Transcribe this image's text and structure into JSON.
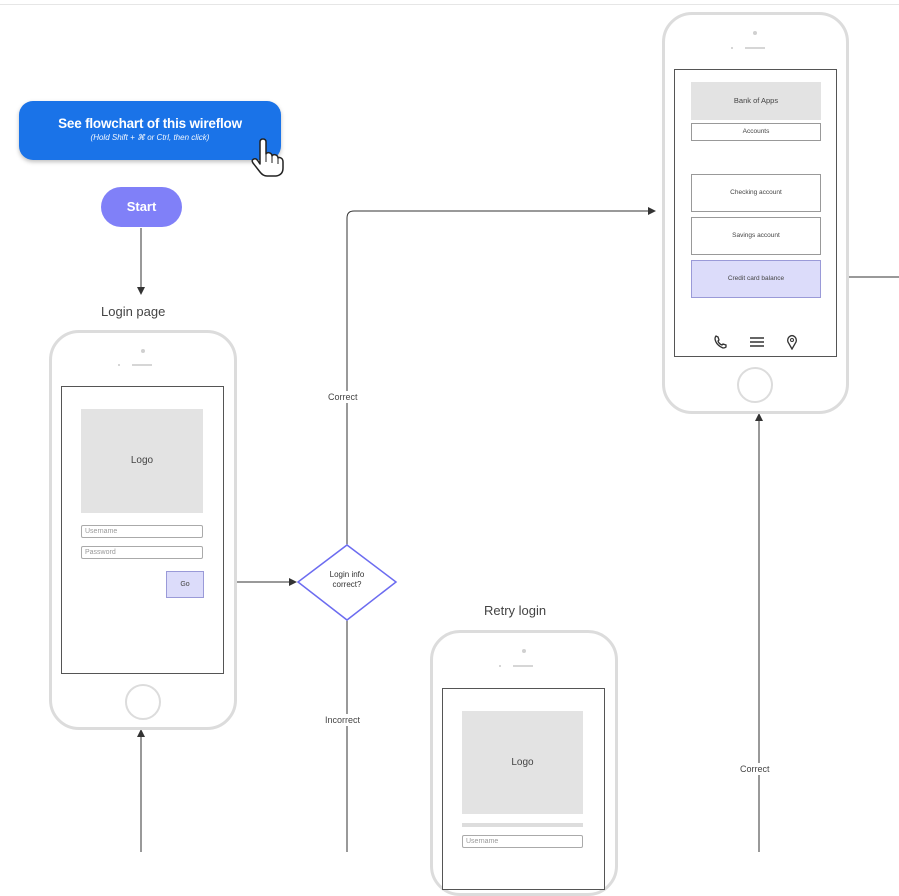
{
  "cta": {
    "title": "See flowchart of this wireflow",
    "subtitle": "(Hold Shift + ⌘ or Ctrl, then click)"
  },
  "start": {
    "label": "Start"
  },
  "login_page": {
    "title": "Login page",
    "logo": "Logo",
    "username_placeholder": "Username",
    "password_placeholder": "Password",
    "go_label": "Go"
  },
  "decision": {
    "text": "Login info correct?",
    "line1": "Login info",
    "line2": "correct?"
  },
  "edges": {
    "correct_top": "Correct",
    "incorrect": "Incorrect",
    "correct_bottom": "Correct"
  },
  "retry_login": {
    "title": "Retry login",
    "logo": "Logo",
    "username_placeholder": "Username"
  },
  "home_screen": {
    "header": "Bank of Apps",
    "account_label": "Accounts",
    "items": [
      "Checking account",
      "Savings account",
      "Credit card balance"
    ],
    "selected_item": "Credit card balance",
    "bottom_icons": [
      "phone-icon",
      "menu-icon",
      "location-pin-icon"
    ]
  },
  "colors": {
    "cta": "#1a73e8",
    "start": "#8080f8",
    "decision": "#6c6cf0",
    "selected": "#dcdcfa"
  }
}
